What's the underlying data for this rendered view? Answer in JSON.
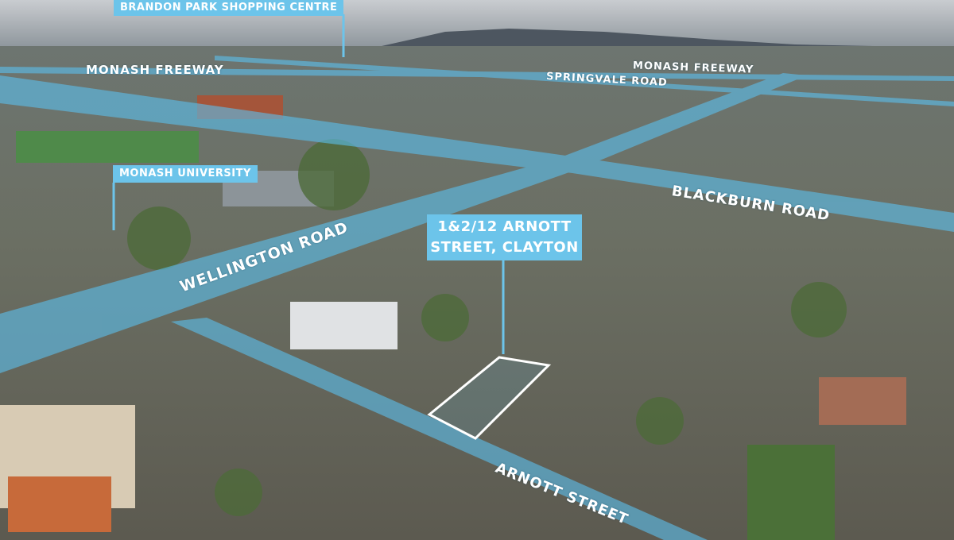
{
  "labels": {
    "brandon_park": "BRANDON PARK SHOPPING CENTRE",
    "monash_freeway_left": "MONASH FREEWAY",
    "monash_freeway_right": "MONASH FREEWAY",
    "springvale_road": "SPRINGVALE ROAD",
    "monash_university": "MONASH UNIVERSITY",
    "blackburn_road": "BLACKBURN ROAD",
    "wellington_road": "WELLINGTON ROAD",
    "arnott_street": "ARNOTT STREET",
    "property_line1": "1&2/12 ARNOTT",
    "property_line2": "STREET, CLAYTON"
  },
  "colors": {
    "accent": "#6cc4ea",
    "road_overlay": "#5bc0ee"
  }
}
